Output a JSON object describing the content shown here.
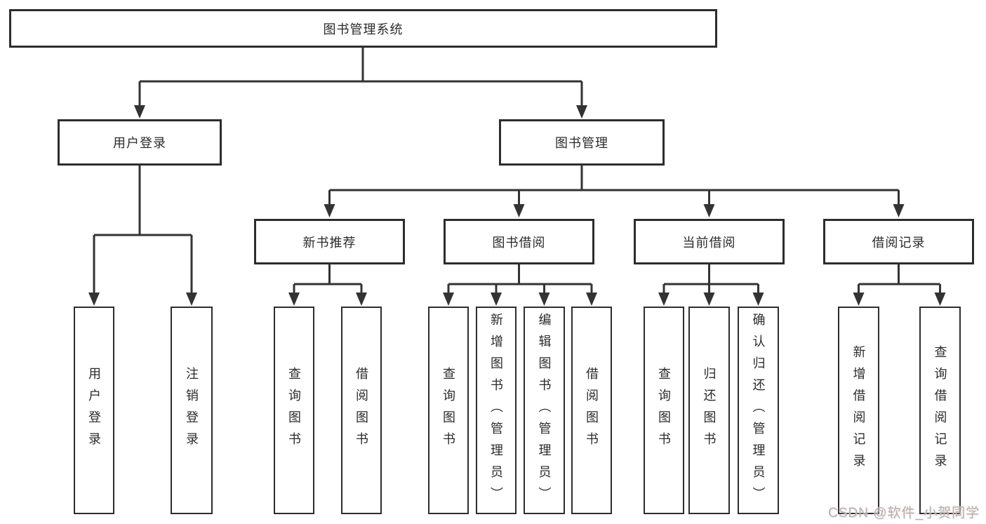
{
  "tree": {
    "root": {
      "label": "图书管理系统"
    },
    "branches": [
      {
        "label": "用户登录",
        "children": [
          {
            "label": "用户登录"
          },
          {
            "label": "注销登录"
          }
        ]
      },
      {
        "label": "图书管理",
        "children": [
          {
            "label": "新书推荐",
            "children": [
              {
                "label": "查询图书"
              },
              {
                "label": "借阅图书"
              }
            ]
          },
          {
            "label": "图书借阅",
            "children": [
              {
                "label": "查询图书"
              },
              {
                "label": "新增图书（管理员）"
              },
              {
                "label": "编辑图书（管理员）"
              },
              {
                "label": "借阅图书"
              }
            ]
          },
          {
            "label": "当前借阅",
            "children": [
              {
                "label": "查询图书"
              },
              {
                "label": "归还图书"
              },
              {
                "label": "确认归还（管理员）"
              }
            ]
          },
          {
            "label": "借阅记录",
            "children": [
              {
                "label": "新增借阅记录"
              },
              {
                "label": "查询借阅记录"
              }
            ]
          }
        ]
      }
    ]
  },
  "watermark": {
    "text": "CSDN @软件_小贺同学"
  },
  "colors": {
    "line": "#333333",
    "box_border": "#2d2d2d",
    "text": "#2b2b2b",
    "watermark": "#b3b0b0",
    "background": "#ffffff"
  }
}
